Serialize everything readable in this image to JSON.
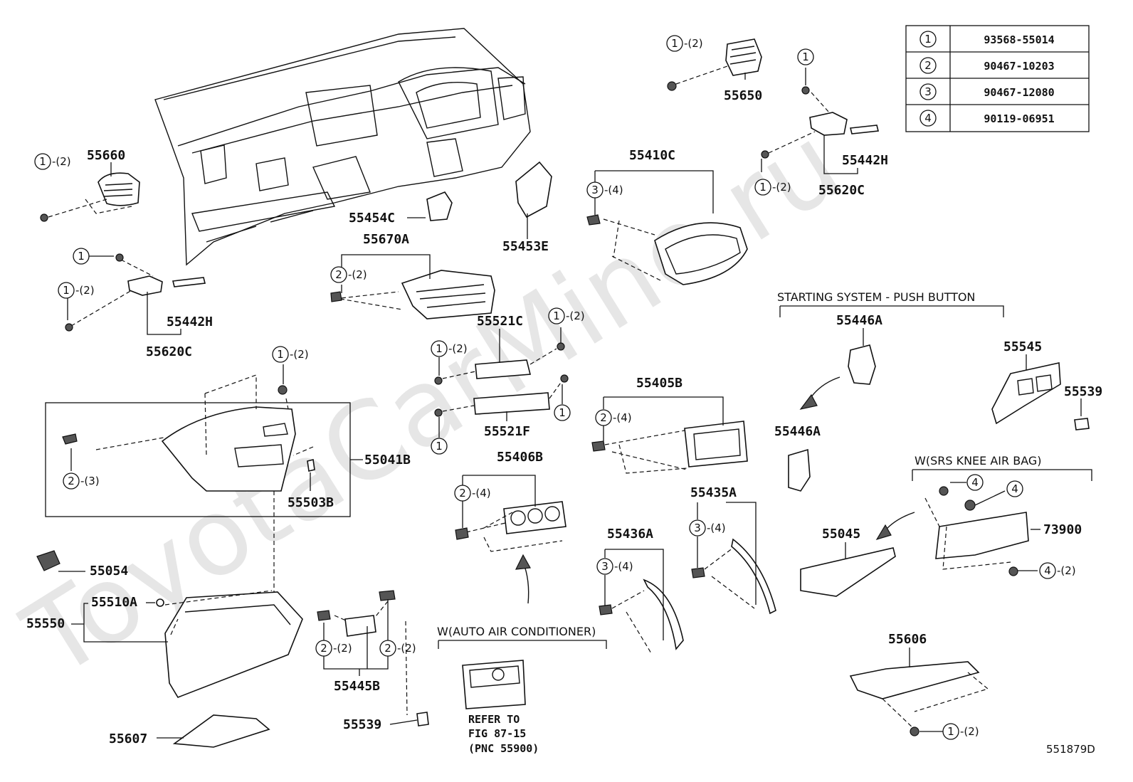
{
  "watermark": "ToyotaCarMine.ru",
  "figure_id": "551879D",
  "legend_table": [
    {
      "num": "1",
      "part": "93568-55014"
    },
    {
      "num": "2",
      "part": "90467-10203"
    },
    {
      "num": "3",
      "part": "90467-12080"
    },
    {
      "num": "4",
      "part": "90119-06951"
    }
  ],
  "sections": {
    "push_button": "STARTING SYSTEM - PUSH BUTTON",
    "knee_airbag": "W(SRS KNEE AIR BAG)",
    "auto_ac": "W(AUTO AIR CONDITIONER)"
  },
  "refer": {
    "line1": "REFER TO",
    "line2": "FIG 87-15",
    "line3": "(PNC 55900)"
  },
  "part_labels": {
    "p55660": "55660",
    "p55454C": "55454C",
    "p55453E": "55453E",
    "p55670A": "55670A",
    "p55410C": "55410C",
    "p55650": "55650",
    "p55442H_r": "55442H",
    "p55620C_r": "55620C",
    "p55442H_l": "55442H",
    "p55620C_l": "55620C",
    "p55521C": "55521C",
    "p55521F": "55521F",
    "p55405B": "55405B",
    "p55446A_a": "55446A",
    "p55446A_b": "55446A",
    "p55545": "55545",
    "p55539_r": "55539",
    "p55041B": "55041B",
    "p55503B": "55503B",
    "p55406B": "55406B",
    "p55435A": "55435A",
    "p55436A": "55436A",
    "p55045": "55045",
    "p73900": "73900",
    "p55054": "55054",
    "p55510A": "55510A",
    "p55550": "55550",
    "p55445B": "55445B",
    "p55539_b": "55539",
    "p55607": "55607",
    "p55606": "55606"
  },
  "callouts": {
    "c1": {
      "n": "1",
      "s": "-(2)"
    },
    "c2": {
      "n": "1",
      "s": "-(2)"
    },
    "c3": {
      "n": "1",
      "s": ""
    },
    "c4": {
      "n": "1",
      "s": "-(2)"
    },
    "c5": {
      "n": "3",
      "s": "-(4)"
    },
    "c6": {
      "n": "1",
      "s": ""
    },
    "c7": {
      "n": "1",
      "s": "-(2)"
    },
    "c8": {
      "n": "2",
      "s": "-(2)"
    },
    "c9": {
      "n": "1",
      "s": "-(2)"
    },
    "c10": {
      "n": "1",
      "s": "-(2)"
    },
    "c11": {
      "n": "1",
      "s": "-(2)"
    },
    "c12": {
      "n": "1",
      "s": ""
    },
    "c13": {
      "n": "1",
      "s": ""
    },
    "c14": {
      "n": "2",
      "s": "-(4)"
    },
    "c15": {
      "n": "2",
      "s": "-(3)"
    },
    "c16": {
      "n": "2",
      "s": "-(4)"
    },
    "c17": {
      "n": "3",
      "s": "-(4)"
    },
    "c18": {
      "n": "3",
      "s": "-(4)"
    },
    "c19": {
      "n": "4",
      "s": ""
    },
    "c20": {
      "n": "4",
      "s": ""
    },
    "c21": {
      "n": "4",
      "s": "-(2)"
    },
    "c22": {
      "n": "2",
      "s": "-(2)"
    },
    "c23": {
      "n": "2",
      "s": "-(2)"
    },
    "c24": {
      "n": "1",
      "s": "-(2)"
    }
  }
}
